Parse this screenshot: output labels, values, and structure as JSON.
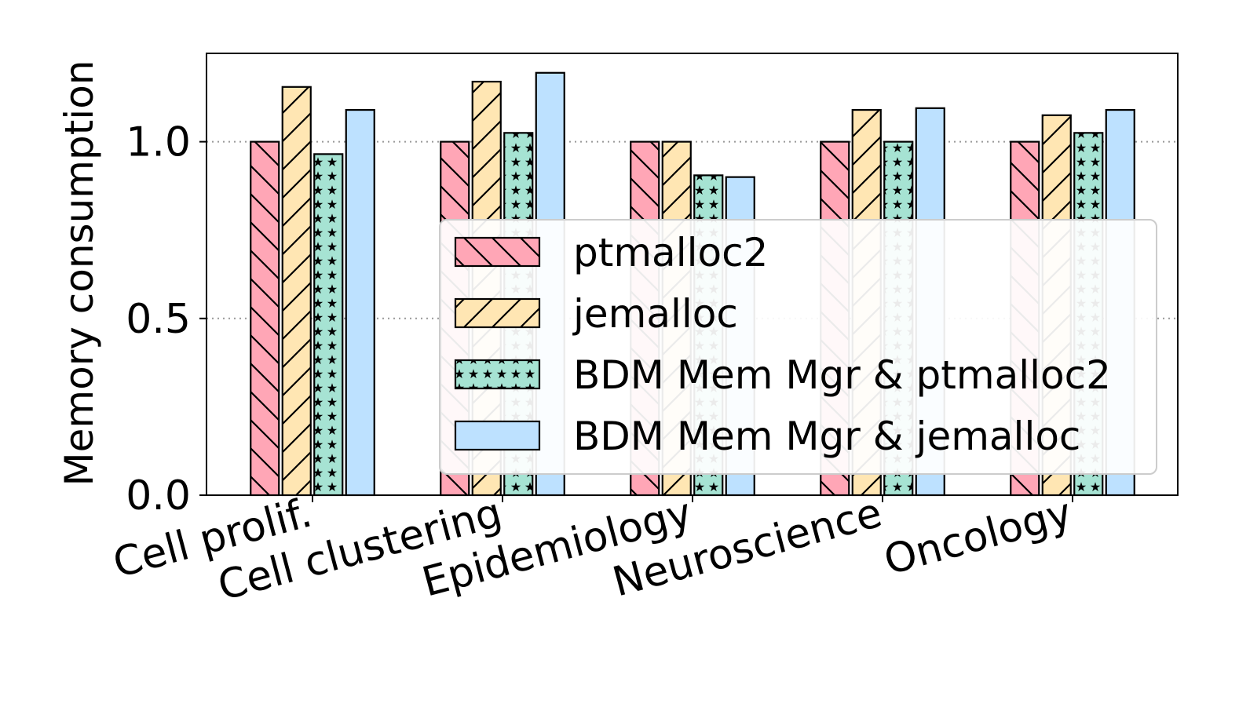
{
  "chart_data": {
    "type": "bar",
    "title": "",
    "xlabel": "",
    "ylabel": "Memory consumption",
    "ylim": [
      0,
      1.25
    ],
    "yticks": [
      0.0,
      0.5,
      1.0
    ],
    "ytick_labels": [
      "0.0",
      "0.5",
      "1.0"
    ],
    "grid": "horizontal dotted at 0.5 and 1.0",
    "legend_position": "lower-right",
    "categories": [
      "Cell prolif.",
      "Cell clustering",
      "Epidemiology",
      "Neuroscience",
      "Oncology"
    ],
    "series": [
      {
        "name": "ptmalloc2",
        "color": "#ffa6b6",
        "pattern": "back-diagonal",
        "values": [
          1.0,
          1.0,
          1.0,
          1.0,
          1.0
        ]
      },
      {
        "name": "jemalloc",
        "color": "#ffe6b3",
        "pattern": "diagonal",
        "values": [
          1.155,
          1.17,
          1.0,
          1.09,
          1.075
        ]
      },
      {
        "name": "BDM Mem Mgr & ptmalloc2",
        "color": "#a6e3d3",
        "pattern": "stars",
        "values": [
          0.965,
          1.025,
          0.905,
          1.0,
          1.025
        ]
      },
      {
        "name": "BDM Mem Mgr & jemalloc",
        "color": "#bde1ff",
        "pattern": "none",
        "values": [
          1.09,
          1.195,
          0.9,
          1.095,
          1.09
        ]
      }
    ]
  }
}
